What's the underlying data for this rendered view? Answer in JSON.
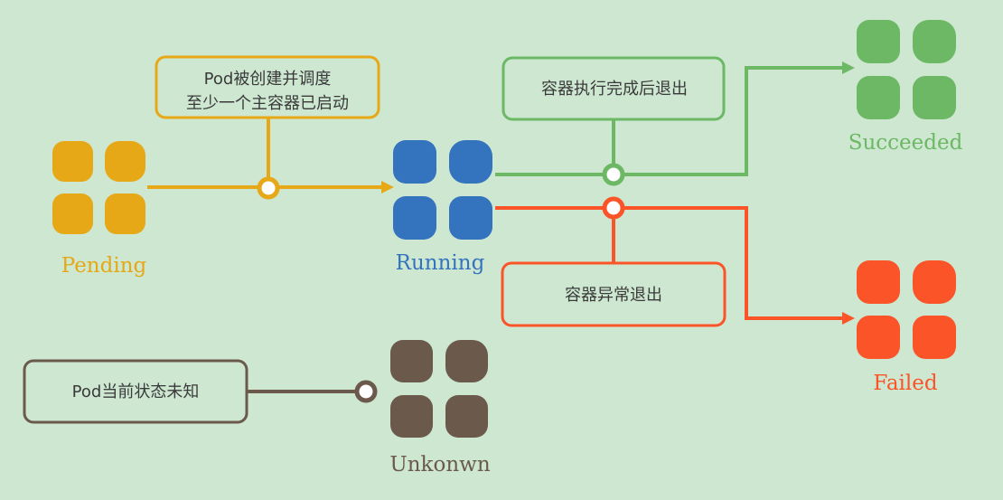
{
  "states": {
    "pending": {
      "label": "Pending",
      "color": "#e6a817"
    },
    "running": {
      "label": "Running",
      "color": "#3473bd"
    },
    "succeeded": {
      "label": "Succeeded",
      "color": "#6cb864"
    },
    "failed": {
      "label": "Failed",
      "color": "#fb5428"
    },
    "unknown": {
      "label": "Unkonwn",
      "color": "#6b5a4c"
    }
  },
  "notes": {
    "created": {
      "lines": [
        "Pod被创建并调度",
        "至少一个主容器已启动"
      ]
    },
    "completed": {
      "text": "容器执行完成后退出"
    },
    "error": {
      "text": "容器异常退出"
    },
    "unknown": {
      "text": "Pod当前状态未知"
    }
  },
  "colors": {
    "background": "#cde7d1",
    "node_fill": "#ffffff"
  },
  "icons": {
    "state_icon": "four-rounded-squares-icon",
    "connector": "hollow-circle-node-icon",
    "arrow": "arrowhead-icon"
  }
}
